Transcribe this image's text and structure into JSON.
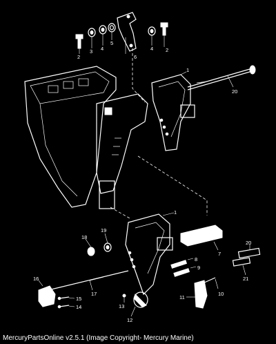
{
  "diagram": {
    "callouts": [
      {
        "id": "c2a",
        "text": "2"
      },
      {
        "id": "c3",
        "text": "3"
      },
      {
        "id": "c4a",
        "text": "4"
      },
      {
        "id": "c5",
        "text": "5"
      },
      {
        "id": "c6",
        "text": "6"
      },
      {
        "id": "c4b",
        "text": "4"
      },
      {
        "id": "c2b",
        "text": "2"
      },
      {
        "id": "c1a",
        "text": "1"
      },
      {
        "id": "c20a",
        "text": "20"
      },
      {
        "id": "c1b",
        "text": "1"
      },
      {
        "id": "c19",
        "text": "19"
      },
      {
        "id": "c18",
        "text": "18"
      },
      {
        "id": "c7",
        "text": "7"
      },
      {
        "id": "c8",
        "text": "8"
      },
      {
        "id": "c9",
        "text": "9"
      },
      {
        "id": "c20b",
        "text": "20"
      },
      {
        "id": "c21",
        "text": "21"
      },
      {
        "id": "c16",
        "text": "16"
      },
      {
        "id": "c17",
        "text": "17"
      },
      {
        "id": "c15",
        "text": "15"
      },
      {
        "id": "c14",
        "text": "14"
      },
      {
        "id": "c13",
        "text": "13"
      },
      {
        "id": "c12",
        "text": "12"
      },
      {
        "id": "c11",
        "text": "11"
      },
      {
        "id": "c10",
        "text": "10"
      }
    ]
  },
  "caption": "MercuryPartsOnline v2.5.1 (Image Copyright- Mercury Marine)"
}
